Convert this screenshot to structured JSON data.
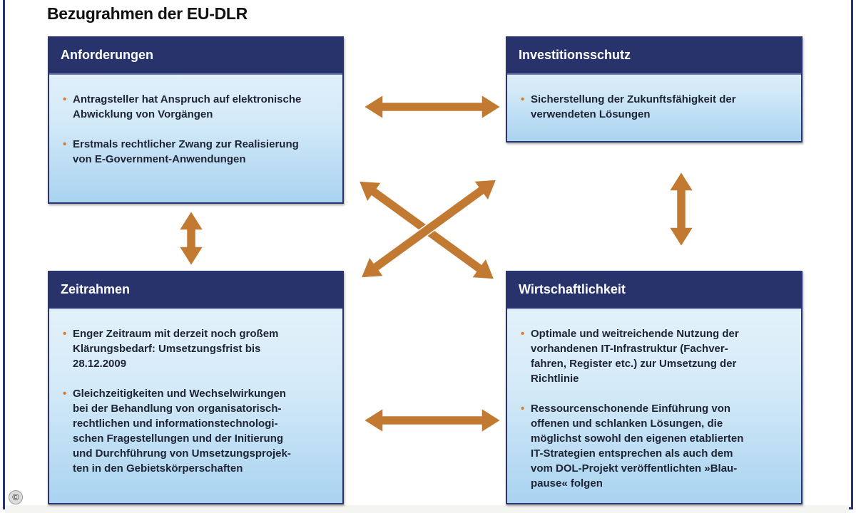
{
  "title": "Bezugrahmen der EU-DLR",
  "colors": {
    "header": "#27336a",
    "arrow": "#c27a32",
    "bullet": "#e07a22"
  },
  "boxes": {
    "anforderungen": {
      "title": "Anforderungen",
      "bullets": [
        [
          "Antragsteller hat Anspruch auf elektronische",
          "Abwicklung von Vorgängen"
        ],
        [
          "Erstmals rechtlicher Zwang zur Realisierung",
          "von E-Government-Anwendungen"
        ]
      ]
    },
    "investitionsschutz": {
      "title": "Investitionsschutz",
      "bullets": [
        [
          "Sicherstellung der Zukunftsfähigkeit der",
          "verwendeten Lösungen"
        ]
      ]
    },
    "zeitrahmen": {
      "title": "Zeitrahmen",
      "bullets": [
        [
          "Enger Zeitraum mit derzeit noch großem",
          "Klärungsbedarf: Umsetzungsfrist bis",
          "28.12.2009"
        ],
        [
          "Gleichzeitigkeiten und Wechselwirkungen",
          "bei der Behandlung von organisatorisch-",
          "rechtlichen und informationstechnologi-",
          "schen Fragestellungen und der Initierung",
          "und Durchführung von Umsetzungsprojek-",
          "ten in den Gebietskörperschaften"
        ]
      ]
    },
    "wirtschaftlichkeit": {
      "title": "Wirtschaftlichkeit",
      "bullets": [
        [
          "Optimale und weitreichende Nutzung der",
          "vorhandenen IT-Infrastruktur (Fachver-",
          "fahren, Register etc.) zur Umsetzung der",
          "Richtlinie"
        ],
        [
          "Ressourcenschonende Einführung von",
          "offenen und schlanken Lösungen, die",
          "möglichst sowohl den eigenen etablierten",
          "IT-Strategien entsprechen als auch dem",
          "vom DOL-Projekt veröffentlichten »Blau-",
          "pause« folgen"
        ]
      ]
    }
  },
  "bullet_char": "•",
  "copyright": "©"
}
